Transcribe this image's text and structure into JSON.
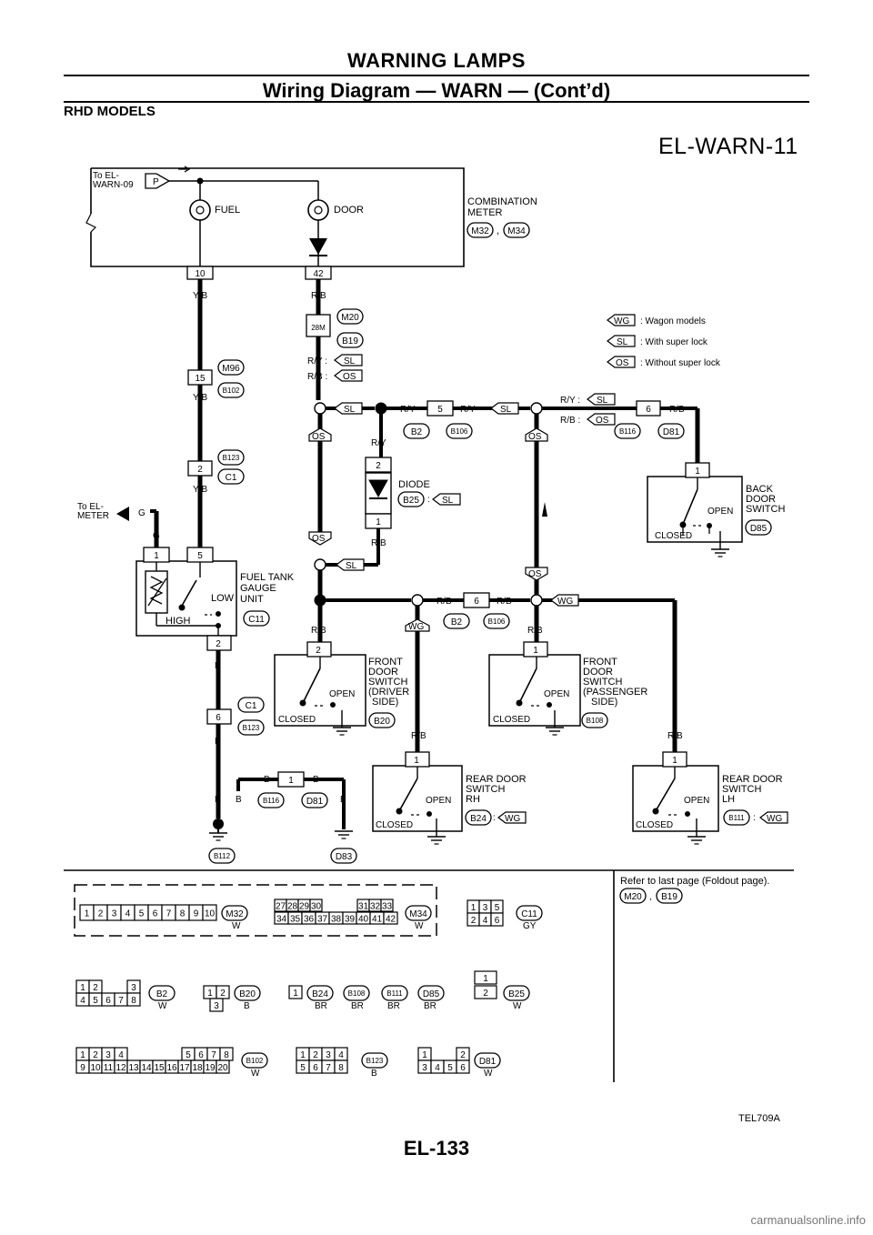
{
  "header": {
    "section": "WARNING LAMPS",
    "subtitle": "Wiring Diagram — WARN — (Cont’d)"
  },
  "models": "RHD MODELS",
  "diagram_code": "EL-WARN-11",
  "figure_id": "TEL709A",
  "page_number": "EL-133",
  "footer_source": "carmanualsonline.info",
  "top": {
    "to_el": "To EL-",
    "warn09": "WARN-09",
    "p": "P",
    "fuel": "FUEL",
    "door": "DOOR",
    "comb1": "COMBINATION",
    "comb2": "METER",
    "m32": "M32",
    "comma": ",",
    "m34": "M34",
    "pin10": "10",
    "pin42": "42"
  },
  "wires": {
    "yb": "Y/B",
    "rb": "R/B",
    "ry": "R/Y",
    "b": "B",
    "g": "G",
    "ry_colon": "R/Y :",
    "rb_colon": "R/B :"
  },
  "legend": {
    "wg": "WG",
    "wg_text": ": Wagon models",
    "sl": "SL",
    "sl_text": ": With super lock",
    "os": "OS",
    "os_text": ": Without super lock"
  },
  "conn": {
    "m20": "M20",
    "b19": "B19",
    "m28": "28M",
    "m96": "M96",
    "b102": "B102",
    "p15": "15",
    "b123": "B123",
    "c1": "C1",
    "p2": "2",
    "p1": "1",
    "p5": "5",
    "p6": "6",
    "b2": "B2",
    "b106": "B106",
    "b116": "B116",
    "d81": "D81",
    "b25": "B25",
    "b112": "B112",
    "d83": "D83",
    "colon": ":"
  },
  "components": {
    "diode": "DIODE",
    "to_el_meter_1": "To EL-",
    "to_el_meter_2": "METER",
    "fuel_tank": [
      "FUEL TANK",
      "GAUGE",
      "UNIT"
    ],
    "c11": "C11",
    "low": "LOW",
    "high": "HIGH",
    "back_door": [
      "BACK",
      "DOOR",
      "SWITCH"
    ],
    "d85": "D85",
    "front_driver": [
      "FRONT",
      "DOOR",
      "SWITCH",
      "(DRIVER",
      "SIDE)"
    ],
    "b20": "B20",
    "front_pass": [
      "FRONT",
      "DOOR",
      "SWITCH",
      "(PASSENGER",
      "SIDE)"
    ],
    "b108": "B108",
    "rear_rh": [
      "REAR DOOR",
      "SWITCH",
      "RH"
    ],
    "b24": "B24",
    "rear_lh": [
      "REAR DOOR",
      "SWITCH",
      "LH"
    ],
    "b111": "B111",
    "open": "OPEN",
    "closed": "CLOSED"
  },
  "connectors_panel": {
    "refer": "Refer to last page (Foldout page).",
    "m32_pins": [
      "1",
      "2",
      "3",
      "4",
      "5",
      "6",
      "7",
      "8",
      "9",
      "10"
    ],
    "m34_top": [
      "27",
      "28",
      "29",
      "30",
      "31",
      "32",
      "33"
    ],
    "m34_bot": [
      "34",
      "35",
      "36",
      "37",
      "38",
      "39",
      "40",
      "41",
      "42"
    ],
    "c11_pins": [
      "1",
      "3",
      "5",
      "2",
      "4",
      "6"
    ],
    "b2_pins": [
      "1",
      "2",
      "3",
      "4",
      "5",
      "6",
      "7",
      "8"
    ],
    "b20_pins": [
      "1",
      "2",
      "3"
    ],
    "b102_top": [
      "1",
      "2",
      "3",
      "4",
      "5",
      "6",
      "7",
      "8"
    ],
    "b102_bot": [
      "9",
      "10",
      "11",
      "12",
      "13",
      "14",
      "15",
      "16",
      "17",
      "18",
      "19",
      "20"
    ],
    "b123_pins": [
      "1",
      "2",
      "3",
      "4",
      "5",
      "6",
      "7",
      "8"
    ],
    "d81_pins": [
      "1",
      "2",
      "3",
      "4",
      "5",
      "6"
    ],
    "w": "W",
    "gy": "GY",
    "br": "BR",
    "bc": "B",
    "b25_pins": [
      "1",
      "2"
    ]
  }
}
